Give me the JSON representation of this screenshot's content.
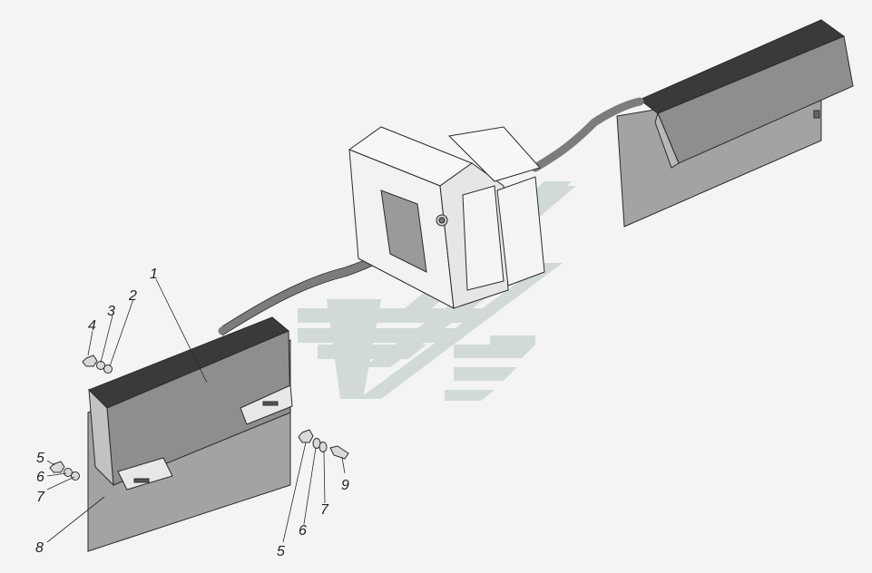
{
  "callouts": [
    {
      "id": "c1",
      "text": "1"
    },
    {
      "id": "c2",
      "text": "2"
    },
    {
      "id": "c3",
      "text": "3"
    },
    {
      "id": "c4",
      "text": "4"
    },
    {
      "id": "c5a",
      "text": "5"
    },
    {
      "id": "c6a",
      "text": "6"
    },
    {
      "id": "c7a",
      "text": "7"
    },
    {
      "id": "c8",
      "text": "8"
    },
    {
      "id": "c5b",
      "text": "5"
    },
    {
      "id": "c6b",
      "text": "6"
    },
    {
      "id": "c7b",
      "text": "7"
    },
    {
      "id": "c9",
      "text": "9"
    }
  ],
  "colors": {
    "background": "#f4f4f4",
    "plate": "#a3a3a3",
    "lamp_body": "#8e8e8e",
    "lamp_top": "#3a3a3a",
    "cable": "#7c7c7c",
    "housing": "#f2f2f2",
    "watermark": "#cfd8d6",
    "outline": "#2b2b2b"
  },
  "icons": [
    "lamp-assembly",
    "junction-box",
    "mounting-plate",
    "cable-harness",
    "nut",
    "washer",
    "bolt",
    "watermark-logo"
  ]
}
